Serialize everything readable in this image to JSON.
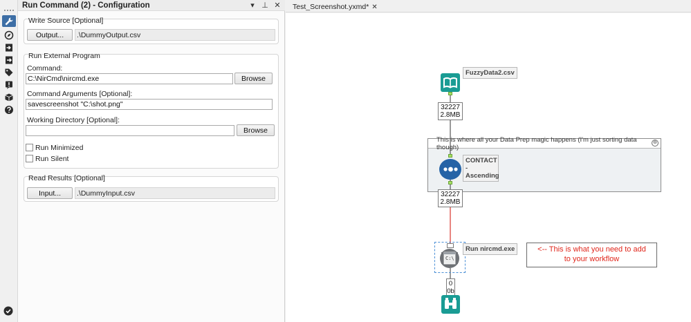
{
  "window": {
    "panel_title": "Run Command (2) - Configuration",
    "dropdown_glyph": "▾",
    "pin_glyph": "⊥",
    "close_glyph": "✕"
  },
  "rail": {
    "icons": [
      "wrench-icon",
      "compass-icon",
      "input-icon",
      "output-icon",
      "tag-icon",
      "alert-icon",
      "box-icon",
      "help-icon"
    ]
  },
  "write_source": {
    "title": "Write Source [Optional]",
    "button_label": "Output...",
    "path": ".\\DummyOutput.csv"
  },
  "run_external": {
    "title": "Run External Program",
    "command_label": "Command:",
    "command_value": "C:\\NirCmd\\nircmd.exe",
    "browse_label": "Browse",
    "args_label": "Command Arguments [Optional]:",
    "args_value": "savescreenshot \"C:\\shot.png\"",
    "workdir_label": "Working Directory [Optional]:",
    "workdir_value": "",
    "workdir_browse_label": "Browse",
    "run_minimized_label": "Run Minimized",
    "run_silent_label": "Run Silent"
  },
  "read_results": {
    "title": "Read Results [Optional]",
    "button_label": "Input...",
    "path": ".\\DummyInput.csv"
  },
  "canvas": {
    "tab_title": "Test_Screenshot.yxmd*",
    "tab_close": "✕",
    "input_tool_label": "FuzzyData2.csv",
    "count1_records": "32227",
    "count1_size": "2.8MB",
    "container_title": "This is where all your Data Prep magic happens (I'm just sorting data though)",
    "container_collapse": "⊖",
    "sort_label_line1": "CONTACT -",
    "sort_label_line2": "Ascending",
    "count2_records": "32227",
    "count2_size": "2.8MB",
    "run_tool_label": "Run nircmd.exe",
    "run_tool_glyph": "C:\\",
    "count3_records": "0",
    "count3_size": "0b",
    "comment_line1": "<-- This is what you need to add",
    "comment_line2": "to your workflow"
  },
  "colors": {
    "teal": "#1a9c94",
    "sort_blue": "#2563a6",
    "red_line": "#d9342b",
    "comment_red": "#e0261b"
  }
}
